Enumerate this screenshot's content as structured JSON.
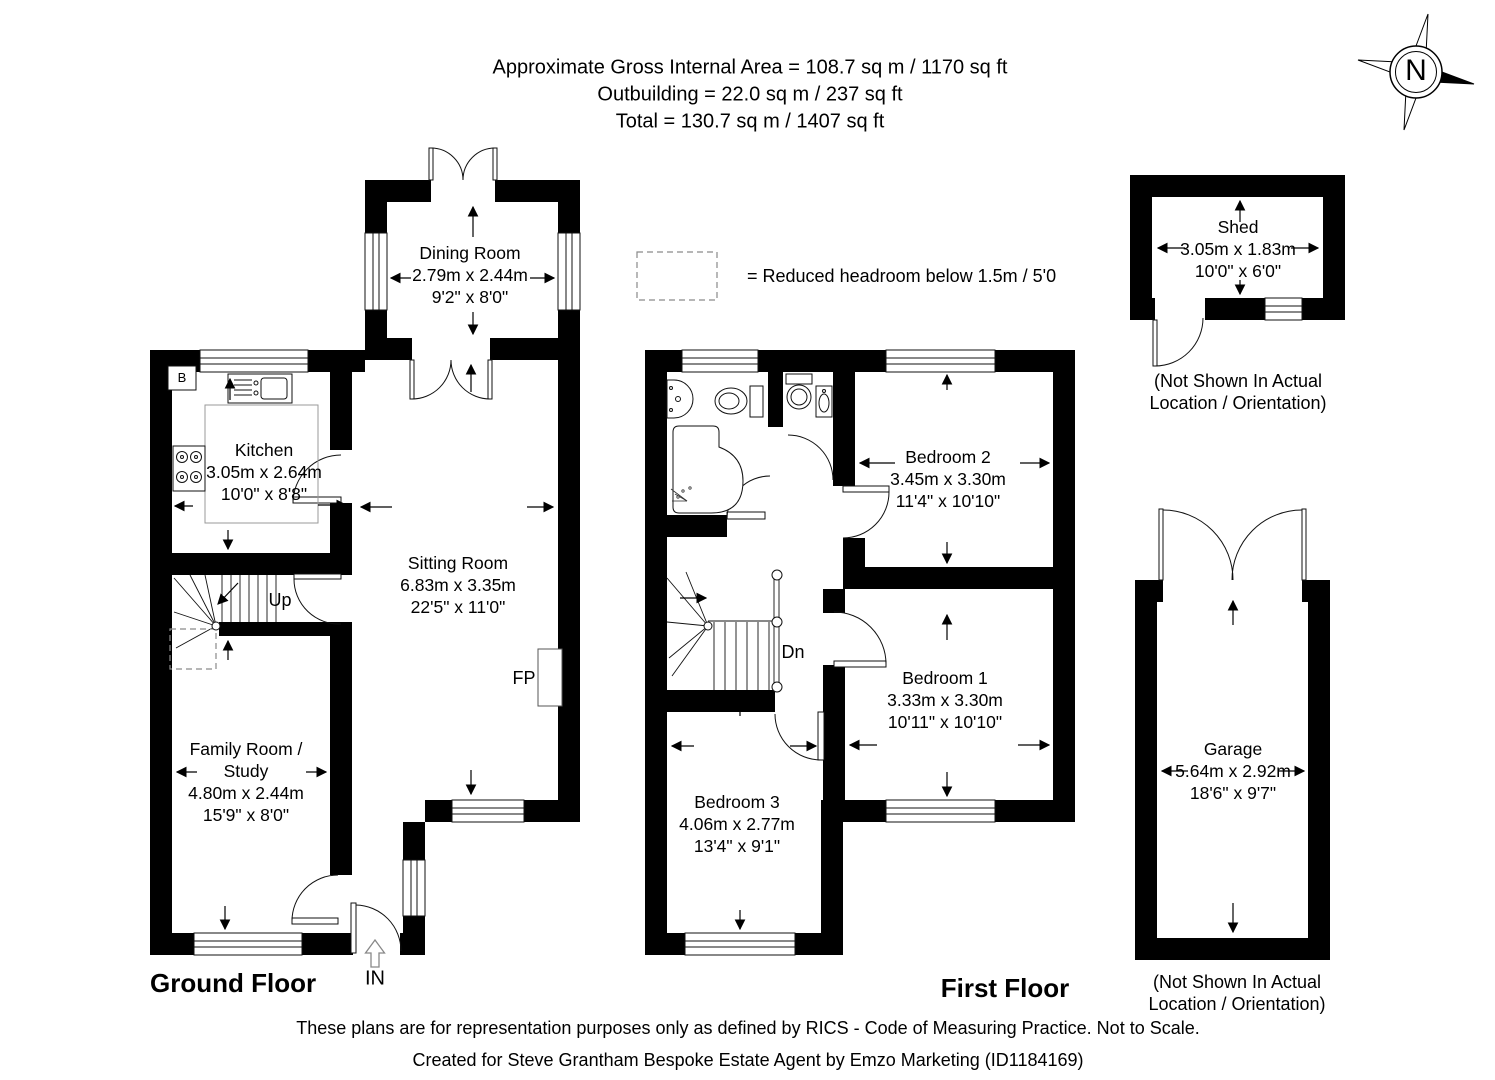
{
  "header": {
    "line1": "Approximate Gross Internal Area = 108.7 sq m / 1170 sq ft",
    "line2": "Outbuilding = 22.0 sq m / 237 sq ft",
    "line3": "Total = 130.7 sq m / 1407 sq ft"
  },
  "compass": {
    "label": "N"
  },
  "legend": {
    "text": "= Reduced headroom below 1.5m / 5'0"
  },
  "ground_floor": {
    "title": "Ground Floor",
    "labels": {
      "up": "Up",
      "fireplace": "FP",
      "boiler": "B",
      "entrance": "IN"
    },
    "rooms": {
      "dining": {
        "name": "Dining Room",
        "metric": "2.79m x 2.44m",
        "imperial": "9'2\" x 8'0\""
      },
      "kitchen": {
        "name": "Kitchen",
        "metric": "3.05m x 2.64m",
        "imperial": "10'0\" x 8'8\""
      },
      "sitting": {
        "name": "Sitting Room",
        "metric": "6.83m x 3.35m",
        "imperial": "22'5\" x 11'0\""
      },
      "family": {
        "name1": "Family Room /",
        "name2": "Study",
        "metric": "4.80m x 2.44m",
        "imperial": "15'9\" x 8'0\""
      }
    }
  },
  "first_floor": {
    "title": "First Floor",
    "labels": {
      "down": "Dn"
    },
    "rooms": {
      "bedroom2": {
        "name": "Bedroom 2",
        "metric": "3.45m x 3.30m",
        "imperial": "11'4\" x 10'10\""
      },
      "bedroom1": {
        "name": "Bedroom 1",
        "metric": "3.33m x 3.30m",
        "imperial": "10'11\" x 10'10\""
      },
      "bedroom3": {
        "name": "Bedroom 3",
        "metric": "4.06m x 2.77m",
        "imperial": "13'4\" x 9'1\""
      }
    }
  },
  "outbuildings": {
    "shed": {
      "name": "Shed",
      "metric": "3.05m x 1.83m",
      "imperial": "10'0\" x 6'0\"",
      "note1": "(Not Shown In Actual",
      "note2": "Location / Orientation)"
    },
    "garage": {
      "name": "Garage",
      "metric": "5.64m x 2.92m",
      "imperial": "18'6\" x 9'7\"",
      "note1": "(Not Shown In Actual",
      "note2": "Location / Orientation)"
    }
  },
  "footer": {
    "line1": "These plans are for representation purposes only as defined by RICS - Code of Measuring Practice. Not to Scale.",
    "line2": "Created for Steve Grantham Bespoke Estate Agent by Emzo Marketing (ID1184169)"
  }
}
